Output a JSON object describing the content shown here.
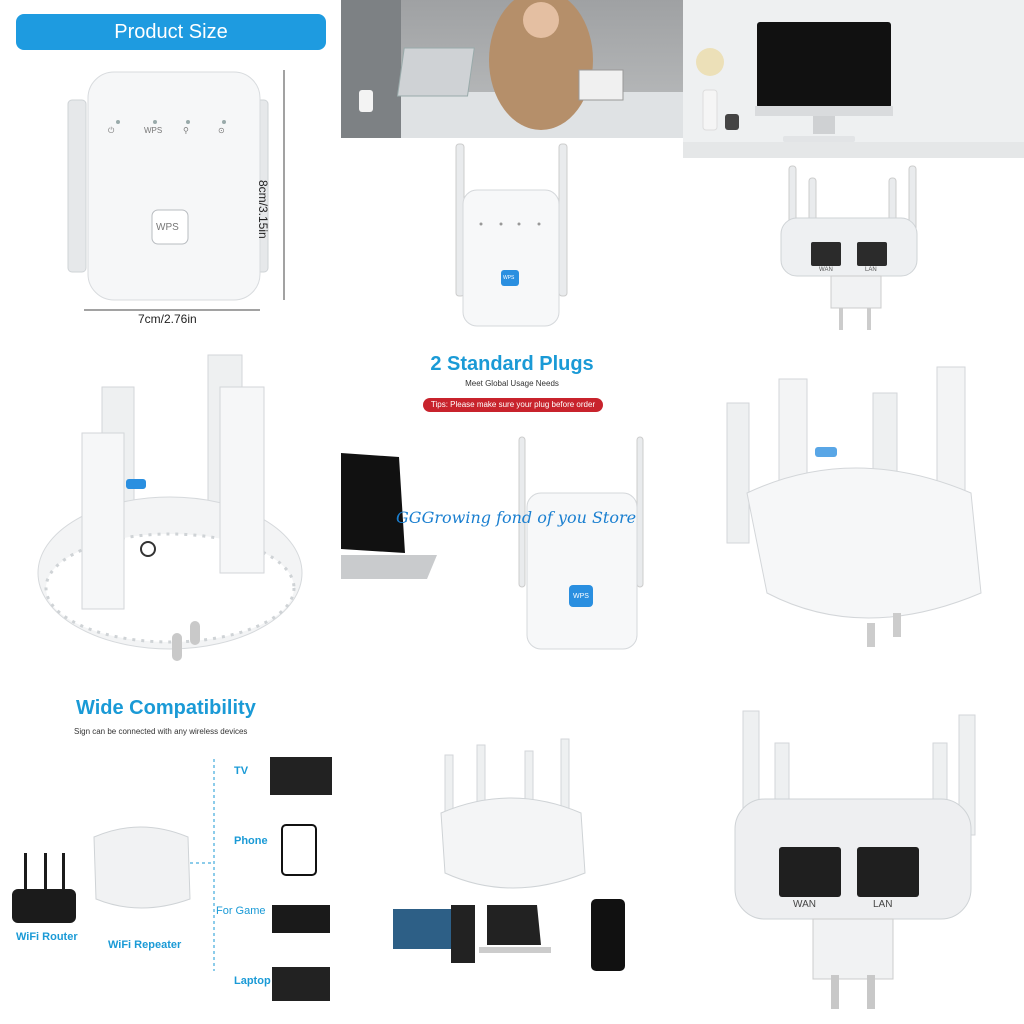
{
  "product_size": {
    "banner": "Product Size",
    "width_label": "7cm/2.76in",
    "height_label": "8cm/3.15in",
    "led_labels": [
      "⏻",
      "WPS",
      "⚲",
      "⊙"
    ],
    "wps_button": "WPS"
  },
  "plugs": {
    "title": "2 Standard Plugs",
    "subtitle": "Meet Global Usage Needs",
    "tip": "Tips: Please make sure your plug before order",
    "watermark": "GGGrowing fond of you Store",
    "wps_button": "WPS"
  },
  "port_labels": {
    "wan": "WAN",
    "lan": "LAN"
  },
  "compat": {
    "title": "Wide Compatibility",
    "subtitle": "Sign can be connected with any wireless devices",
    "router_label": "WiFi Router",
    "repeater_label": "WiFi Repeater",
    "devices": [
      "TV",
      "Phone",
      "For Game",
      "Laptop"
    ]
  },
  "colors": {
    "accent": "#1e9be0",
    "tip_red": "#c8232c",
    "device_white": "#f4f5f6"
  }
}
